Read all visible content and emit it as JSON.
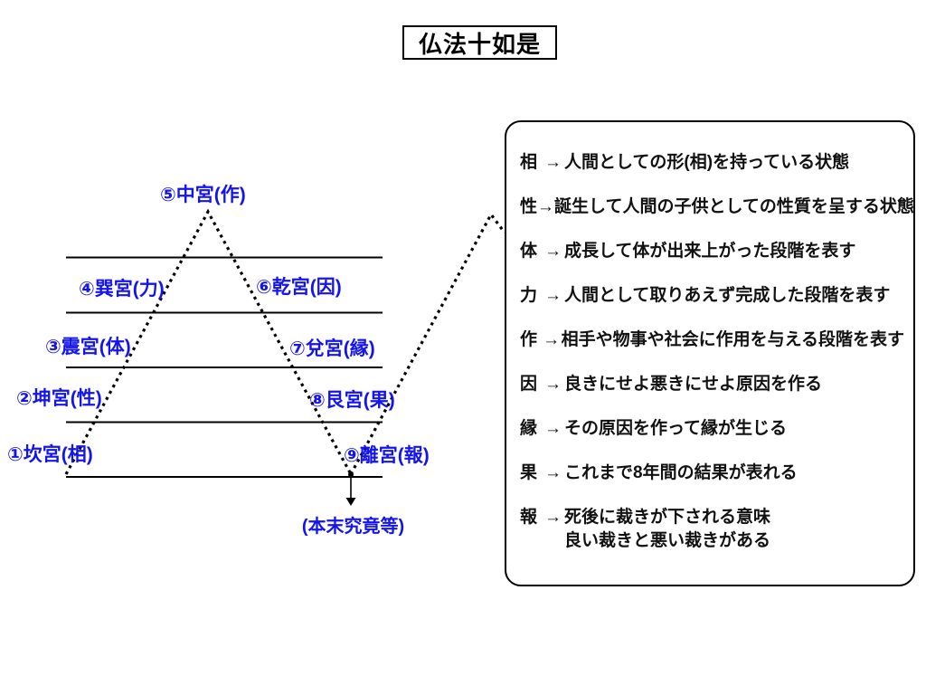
{
  "title": "仏法十如是",
  "diagram": {
    "labels": [
      {
        "text": "①坎宮(相)"
      },
      {
        "text": "②坤宮(性)"
      },
      {
        "text": "③震宮(体)"
      },
      {
        "text": "④巽宮(力)"
      },
      {
        "text": "⑤中宮(作)"
      },
      {
        "text": "⑥乾宮(因)"
      },
      {
        "text": "⑦兌宮(縁)"
      },
      {
        "text": "⑧艮宮(果)"
      },
      {
        "text": "⑨離宮(報)"
      }
    ],
    "bottom_label": "(本末究竟等)",
    "line_color": "#000000",
    "label_color": "#1414ee"
  },
  "legend": {
    "arrow": "→",
    "items": [
      {
        "term": "相",
        "desc": "人間としての形(相)を持っている状態"
      },
      {
        "term": "性",
        "desc": "誕生して人間の子供としての性質を呈する状態"
      },
      {
        "term": "体",
        "desc": "成長して体が出来上がった段階を表す"
      },
      {
        "term": "力",
        "desc": "人間として取りあえず完成した段階を表す"
      },
      {
        "term": "作",
        "desc": "相手や物事や社会に作用を与える段階を表す"
      },
      {
        "term": "因",
        "desc": "良きにせよ悪きにせよ原因を作る"
      },
      {
        "term": "縁",
        "desc": "その原因を作って縁が生じる"
      },
      {
        "term": "果",
        "desc": "これまで8年間の結果が表れる"
      },
      {
        "term": "報",
        "desc": "死後に裁きが下される意味",
        "desc2": "良い裁きと悪い裁きがある"
      }
    ]
  }
}
